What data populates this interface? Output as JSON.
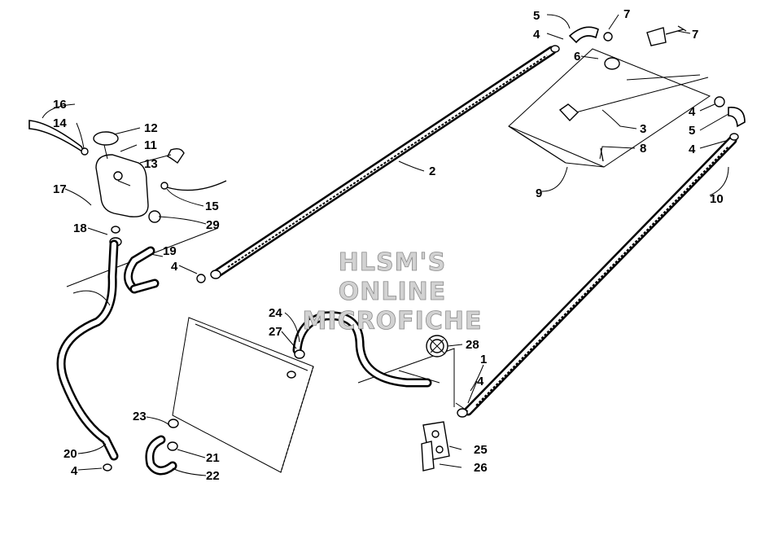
{
  "watermark": {
    "line1": "HLSM'S",
    "line2": "ONLINE",
    "line3": "MICROFICHE"
  },
  "callouts": [
    {
      "id": "c1",
      "label": "1"
    },
    {
      "id": "c2",
      "label": "2"
    },
    {
      "id": "c3",
      "label": "3"
    },
    {
      "id": "c4a",
      "label": "4"
    },
    {
      "id": "c4b",
      "label": "4"
    },
    {
      "id": "c4c",
      "label": "4"
    },
    {
      "id": "c4d",
      "label": "4"
    },
    {
      "id": "c4e",
      "label": "4"
    },
    {
      "id": "c4f",
      "label": "4"
    },
    {
      "id": "c5a",
      "label": "5"
    },
    {
      "id": "c5b",
      "label": "5"
    },
    {
      "id": "c6",
      "label": "6"
    },
    {
      "id": "c7a",
      "label": "7"
    },
    {
      "id": "c7b",
      "label": "7"
    },
    {
      "id": "c8",
      "label": "8"
    },
    {
      "id": "c9",
      "label": "9"
    },
    {
      "id": "c10",
      "label": "10"
    },
    {
      "id": "c11",
      "label": "11"
    },
    {
      "id": "c12",
      "label": "12"
    },
    {
      "id": "c13",
      "label": "13"
    },
    {
      "id": "c14",
      "label": "14"
    },
    {
      "id": "c15",
      "label": "15"
    },
    {
      "id": "c16",
      "label": "16"
    },
    {
      "id": "c17",
      "label": "17"
    },
    {
      "id": "c18",
      "label": "18"
    },
    {
      "id": "c19",
      "label": "19"
    },
    {
      "id": "c20",
      "label": "20"
    },
    {
      "id": "c21",
      "label": "21"
    },
    {
      "id": "c22",
      "label": "22"
    },
    {
      "id": "c23",
      "label": "23"
    },
    {
      "id": "c24",
      "label": "24"
    },
    {
      "id": "c25",
      "label": "25"
    },
    {
      "id": "c26",
      "label": "26"
    },
    {
      "id": "c27",
      "label": "27"
    },
    {
      "id": "c28",
      "label": "28"
    },
    {
      "id": "c29",
      "label": "29"
    }
  ]
}
